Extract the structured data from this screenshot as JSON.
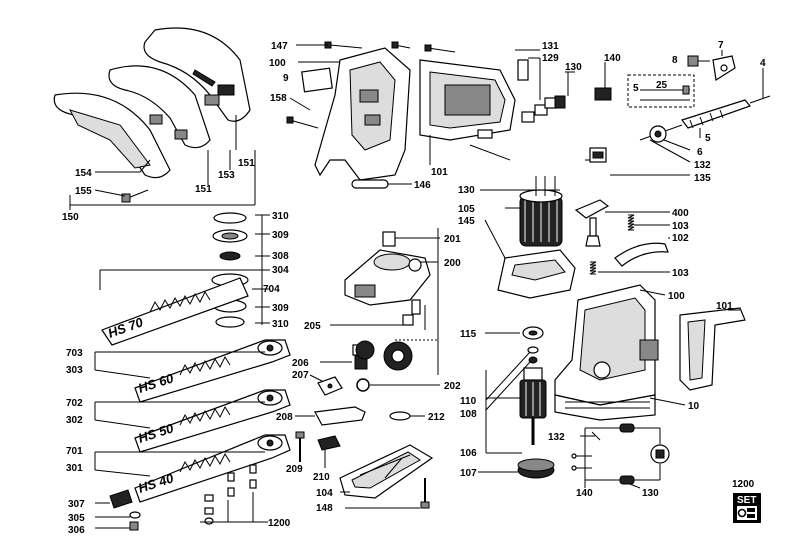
{
  "labels": {
    "l147": "147",
    "l100a": "100",
    "l9": "9",
    "l158": "158",
    "l101a": "101",
    "l146": "146",
    "l131": "131",
    "l129": "129",
    "l130a": "130",
    "l140a": "140",
    "l8": "8",
    "l7": "7",
    "l4": "4",
    "l5a": "5",
    "l25": "25",
    "l5b": "5",
    "l6": "6",
    "l132a": "132",
    "l135": "135",
    "l130b": "130",
    "l105": "105",
    "l145": "145",
    "l400": "400",
    "l103a": "103",
    "l102": "102",
    "l103b": "103",
    "l100b": "100",
    "l101b": "101",
    "l10": "10",
    "l154": "154",
    "l155": "155",
    "l151a": "151",
    "l153": "153",
    "l151b": "151",
    "l150": "150",
    "l310a": "310",
    "l309a": "309",
    "l308": "308",
    "l304": "304",
    "l704": "704",
    "l309b": "309",
    "l310b": "310",
    "l703": "703",
    "l303": "303",
    "l702": "702",
    "l302": "302",
    "l701": "701",
    "l301": "301",
    "l307": "307",
    "l305": "305",
    "l306": "306",
    "l1200a": "1200",
    "l201": "201",
    "l200": "200",
    "l205": "205",
    "l206": "206",
    "l207": "207",
    "l202": "202",
    "l208": "208",
    "l212": "212",
    "l209": "209",
    "l210": "210",
    "l104": "104",
    "l148": "148",
    "l115": "115",
    "l110": "110",
    "l108": "108",
    "l106": "106",
    "l107": "107",
    "l132b": "132",
    "l140b": "140",
    "l130c": "130",
    "l1200b": "1200",
    "set": "SET"
  },
  "blades": {
    "hs70": "HS 70",
    "hs60": "HS 60",
    "hs50": "HS 50",
    "hs40": "HS 40"
  }
}
